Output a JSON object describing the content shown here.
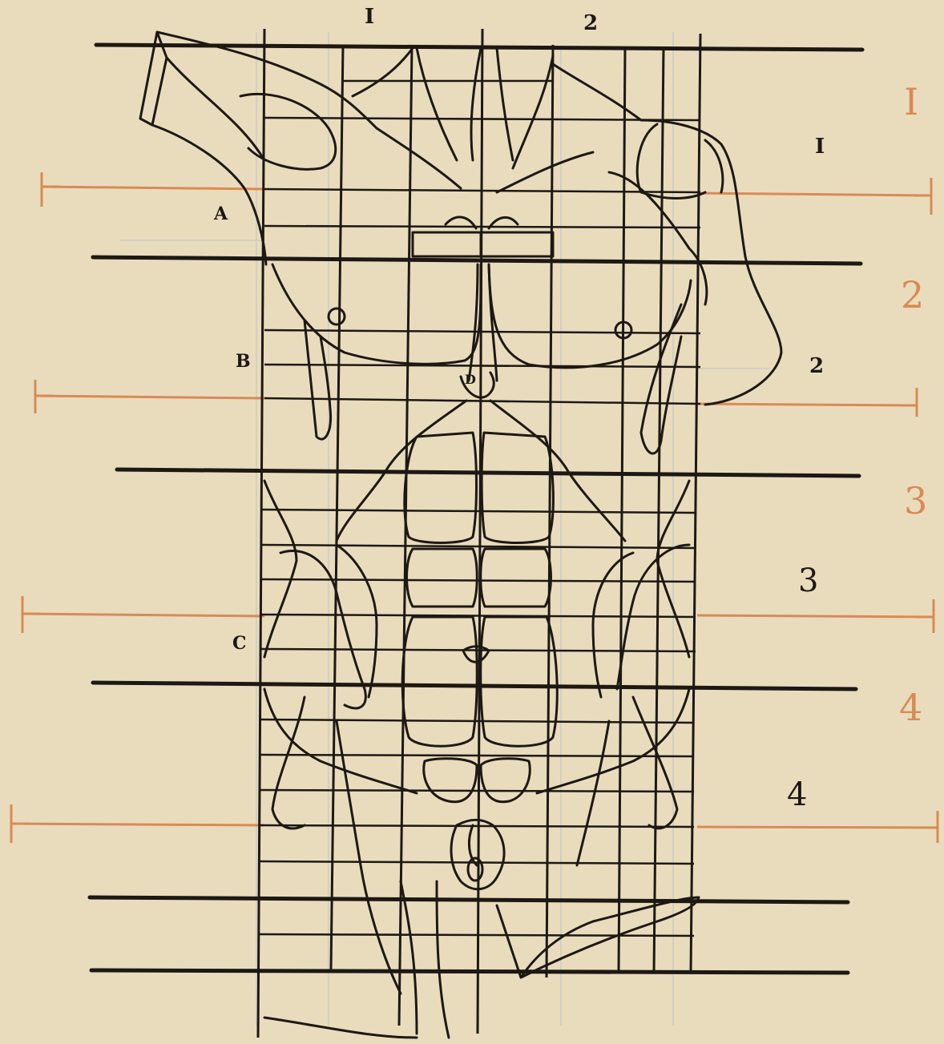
{
  "top_labels": {
    "col_1": "I",
    "col_2": "2"
  },
  "left_letters": {
    "a": "A",
    "b": "B",
    "c": "C",
    "d": "D"
  },
  "right_black_numbers": [
    "I",
    "2",
    "3",
    "4"
  ],
  "right_red_numbers": [
    "I",
    "2",
    "3",
    "4"
  ],
  "colors": {
    "paper": "#e9dcbd",
    "ink": "#1d1813",
    "red_chalk": "#d98a55"
  }
}
